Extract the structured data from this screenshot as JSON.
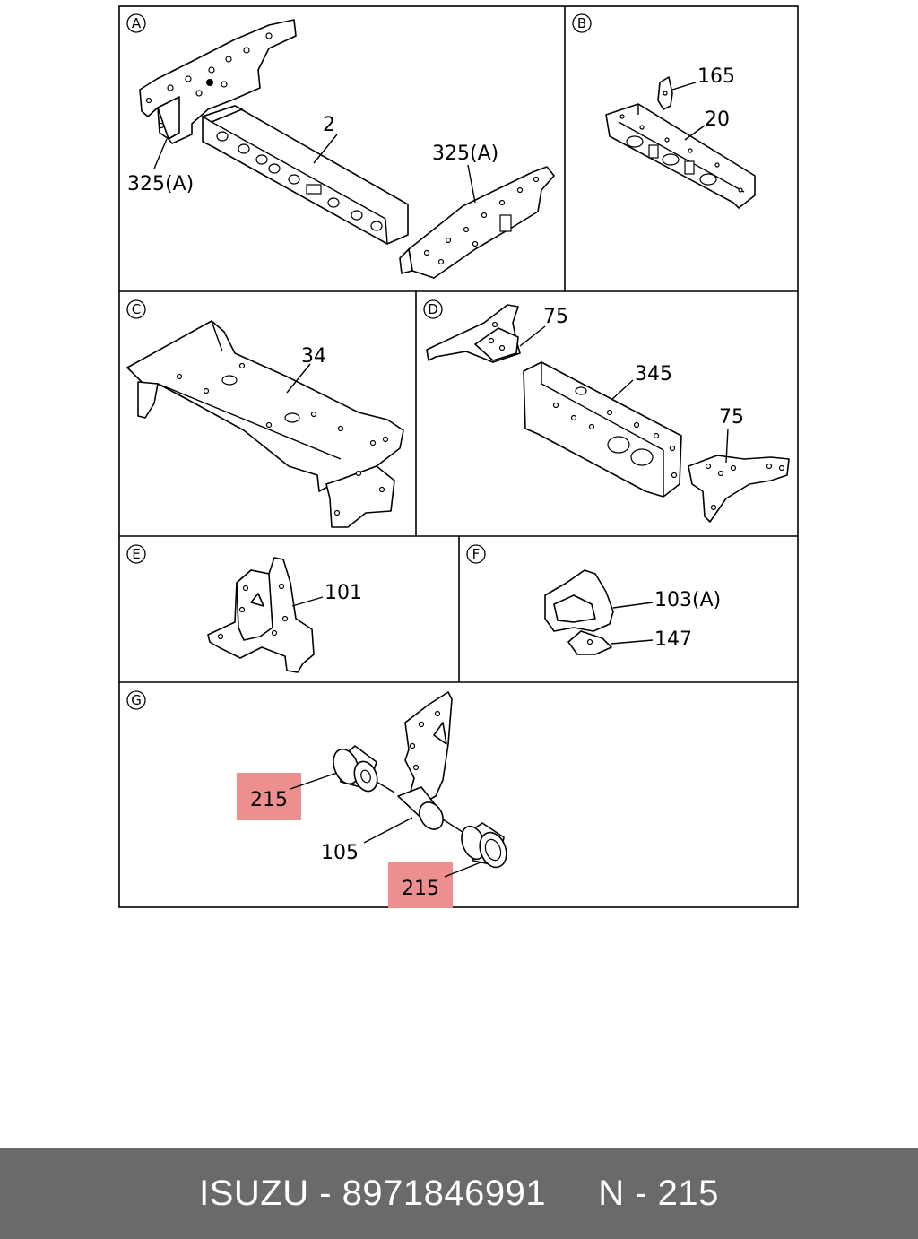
{
  "sections": [
    {
      "letter": "A",
      "callouts": [
        "2",
        "325(A)",
        "325(A)"
      ]
    },
    {
      "letter": "B",
      "callouts": [
        "165",
        "20"
      ]
    },
    {
      "letter": "C",
      "callouts": [
        "34"
      ]
    },
    {
      "letter": "D",
      "callouts": [
        "75",
        "345",
        "75"
      ]
    },
    {
      "letter": "E",
      "callouts": [
        "101"
      ]
    },
    {
      "letter": "F",
      "callouts": [
        "103(A)",
        "147"
      ]
    },
    {
      "letter": "G",
      "callouts": [
        "215",
        "105",
        "215"
      ]
    }
  ],
  "highlight_color": "#ee8f8f",
  "footer": {
    "brand": "ISUZU",
    "separator": " - ",
    "part_number": "8971846991",
    "gap": "     ",
    "ref": "N - 215"
  }
}
